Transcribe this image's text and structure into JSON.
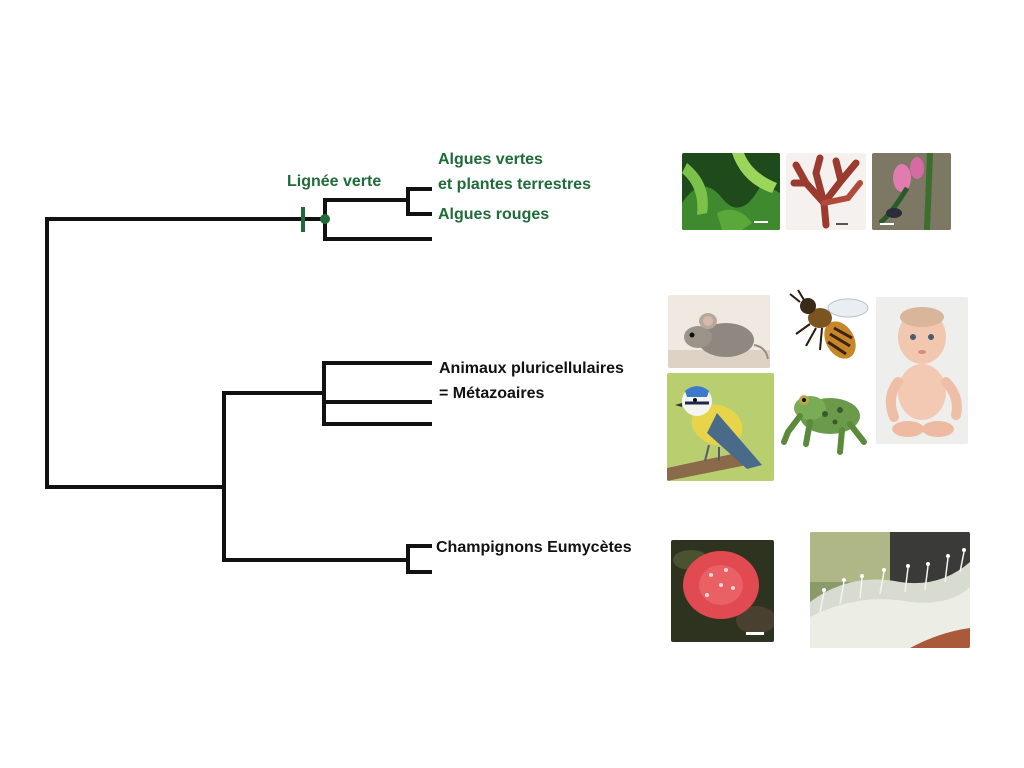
{
  "labels": {
    "lignee_verte": "Lignée verte",
    "algues_vertes_l1": "Algues vertes",
    "algues_vertes_l2": "et plantes terrestres",
    "algues_rouges": "Algues rouges",
    "animaux_l1": "Animaux pluricellulaires",
    "animaux_l2": "= Métazoaires",
    "champignons": "Champignons Eumycètes"
  },
  "colors": {
    "branch": "#111111",
    "green_lineage": "#1f6b3a"
  },
  "photos": {
    "plants": [
      "green-alga-photo",
      "red-alga-photo",
      "moss-flower-photo"
    ],
    "animals": [
      "mouse-photo",
      "bee-photo",
      "baby-photo",
      "blue-tit-photo",
      "frog-photo"
    ],
    "fungi": [
      "fly-agaric-photo",
      "mould-photo"
    ]
  }
}
